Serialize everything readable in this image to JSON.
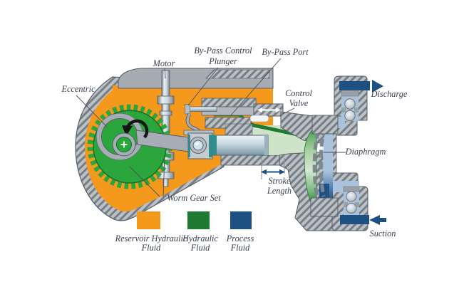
{
  "labels": {
    "eccentric": "Eccentric",
    "motor": "Motor",
    "bypass_control_plunger": {
      "line1": "By-Pass Control",
      "line2": "Plunger"
    },
    "bypass_port": "By-Pass Port",
    "control_valve": {
      "line1": "Control",
      "line2": "Valve"
    },
    "discharge": "Discharge",
    "diaphragm": "Diaphragm",
    "stroke_length": {
      "line1": "Stroke",
      "line2": "Length"
    },
    "worm_gear_set": "Worm Gear Set",
    "suction": "Suction"
  },
  "legend": {
    "items": [
      {
        "id": "reservoir-hydraulic-fluid",
        "color": "#F5991D",
        "line1": "Reservoir Hydraulic",
        "line2": "Fluid"
      },
      {
        "id": "hydraulic-fluid",
        "color": "#1E7A30",
        "line1": "Hydraulic",
        "line2": "Fluid"
      },
      {
        "id": "process-fluid",
        "color": "#1D5183",
        "line1": "Process",
        "line2": "Fluid"
      }
    ]
  },
  "colors": {
    "reservoir_fluid_orange": "#F5991D",
    "hydraulic_fluid_green": "#1E7A30",
    "pale_hydraulic_fluid": "#CFE3C8",
    "process_fluid_blue": "#1D5183",
    "light_process_fluid": "#A9C3DE",
    "gear_green": "#2AA63C",
    "housing_gray": "#BCC1C6",
    "hatch_stripe_gray": "#767E86",
    "label_text": "#3A4150"
  }
}
